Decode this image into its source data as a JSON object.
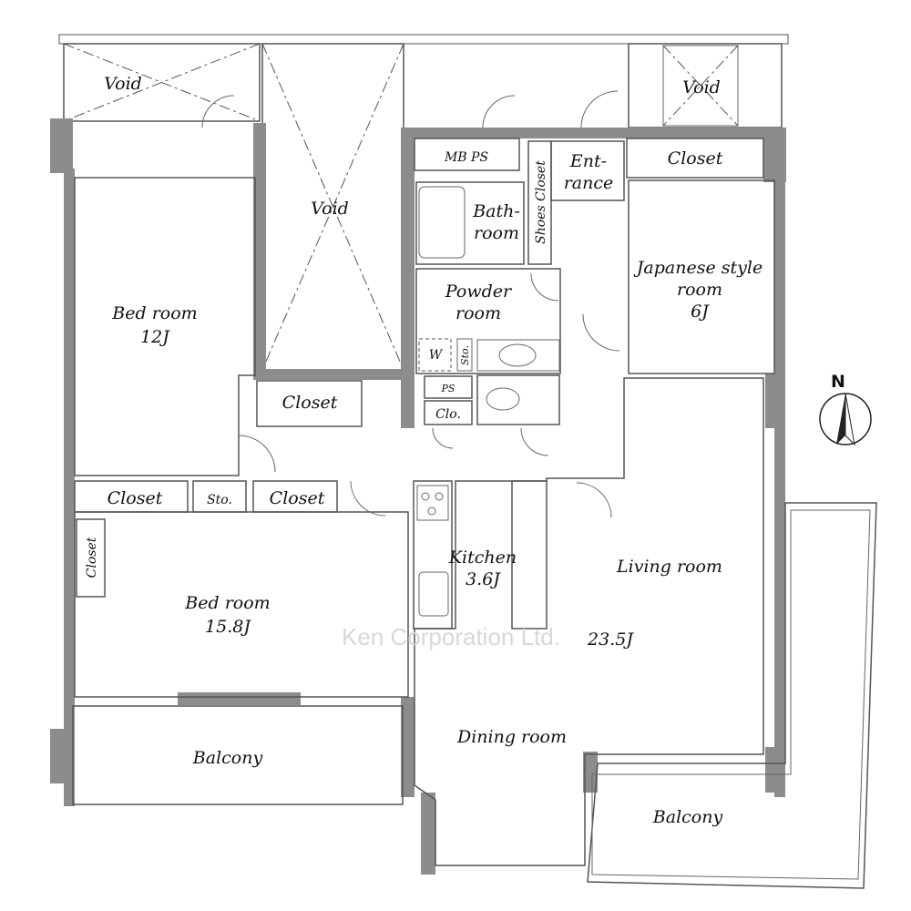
{
  "colors": {
    "bedroom": "#f3e7d5",
    "wet_area": "#d3eaf4",
    "living": "#f7ddd3",
    "japanese": "#e6f2de",
    "closet": "#f6edb6",
    "wall": "#8c8c8c"
  },
  "rooms": {
    "void_top_left": "Void",
    "void_center": "Void",
    "void_top_right": "Void",
    "mb_ps": "MB PS",
    "bathroom": [
      "Bath-",
      "room"
    ],
    "shoes_closet": "Shoes Closet",
    "entrance": [
      "Ent-",
      "rance"
    ],
    "closet_japanese": "Closet",
    "japanese_room": [
      "Japanese style",
      "room",
      "6J"
    ],
    "bedroom_1": [
      "Bed room",
      "12J"
    ],
    "powder_room": [
      "Powder",
      "room"
    ],
    "washer": "W",
    "storage_small": "Sto.",
    "ps": "PS",
    "clo": "Clo.",
    "closet_hall": "Closet",
    "closet_left": "Closet",
    "storage": "Sto.",
    "closet_right": "Closet",
    "closet_vertical": "Closet",
    "bedroom_2": [
      "Bed room",
      "15.8J"
    ],
    "kitchen": [
      "Kitchen",
      "3.6J"
    ],
    "living_room": "Living room",
    "living_size": "23.5J",
    "dining_room": "Dining room",
    "balcony_left": "Balcony",
    "balcony_right": "Balcony"
  },
  "compass": "N",
  "watermark": "Ken Corporation Ltd."
}
